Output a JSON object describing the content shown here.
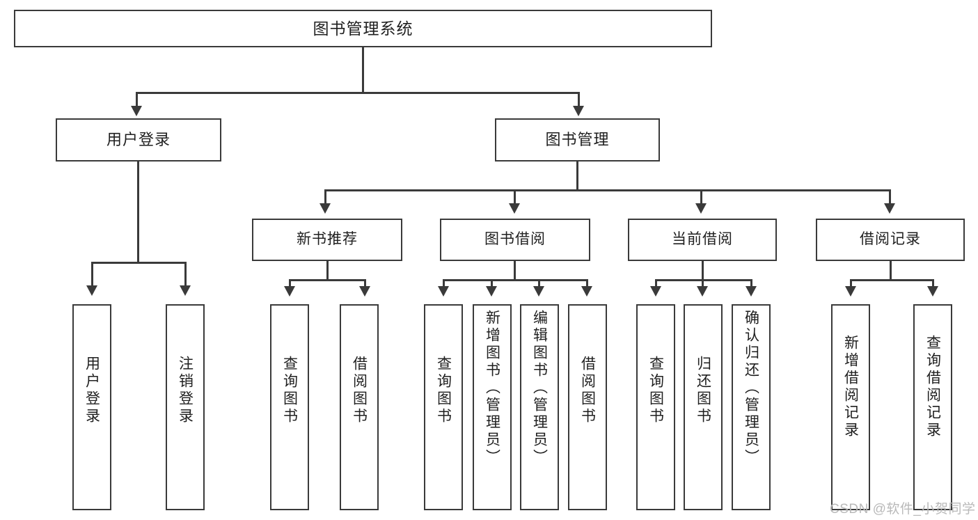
{
  "diagram": {
    "type": "tree-hierarchy",
    "title": "图书管理系统",
    "root": {
      "id": "root",
      "label": "图书管理系统"
    },
    "level2": [
      {
        "id": "user-login",
        "label": "用户登录"
      },
      {
        "id": "book-management",
        "label": "图书管理"
      }
    ],
    "level3": [
      {
        "id": "new-book-recommend",
        "label": "新书推荐",
        "parent": "book-management"
      },
      {
        "id": "book-borrow",
        "label": "图书借阅",
        "parent": "book-management"
      },
      {
        "id": "current-borrow",
        "label": "当前借阅",
        "parent": "book-management"
      },
      {
        "id": "borrow-record",
        "label": "借阅记录",
        "parent": "book-management"
      }
    ],
    "leaves": [
      {
        "id": "leaf-user-login",
        "label": "用户登录",
        "parent": "user-login"
      },
      {
        "id": "leaf-logout-login",
        "label": "注销登录",
        "parent": "user-login"
      },
      {
        "id": "leaf-query-book-1",
        "label": "查询图书",
        "parent": "new-book-recommend"
      },
      {
        "id": "leaf-borrow-book-1",
        "label": "借阅图书",
        "parent": "new-book-recommend"
      },
      {
        "id": "leaf-query-book-2",
        "label": "查询图书",
        "parent": "book-borrow"
      },
      {
        "id": "leaf-add-book-admin",
        "label": "新增图书（管理员）",
        "parent": "book-borrow"
      },
      {
        "id": "leaf-edit-book-admin",
        "label": "编辑图书（管理员）",
        "parent": "book-borrow"
      },
      {
        "id": "leaf-borrow-book-2",
        "label": "借阅图书",
        "parent": "book-borrow"
      },
      {
        "id": "leaf-query-book-3",
        "label": "查询图书",
        "parent": "current-borrow"
      },
      {
        "id": "leaf-return-book",
        "label": "归还图书",
        "parent": "current-borrow"
      },
      {
        "id": "leaf-confirm-return",
        "label": "确认归还（管理员）",
        "parent": "current-borrow"
      },
      {
        "id": "leaf-add-record",
        "label": "新增借阅记录",
        "parent": "borrow-record"
      },
      {
        "id": "leaf-query-record",
        "label": "查询借阅记录",
        "parent": "borrow-record"
      }
    ],
    "watermark": "CSDN @软件_小贺同学",
    "colors": {
      "stroke": "#3a3a3a",
      "fill": "#ffffff",
      "text": "#1f1f1f",
      "watermark": "#b9b9b9"
    }
  }
}
